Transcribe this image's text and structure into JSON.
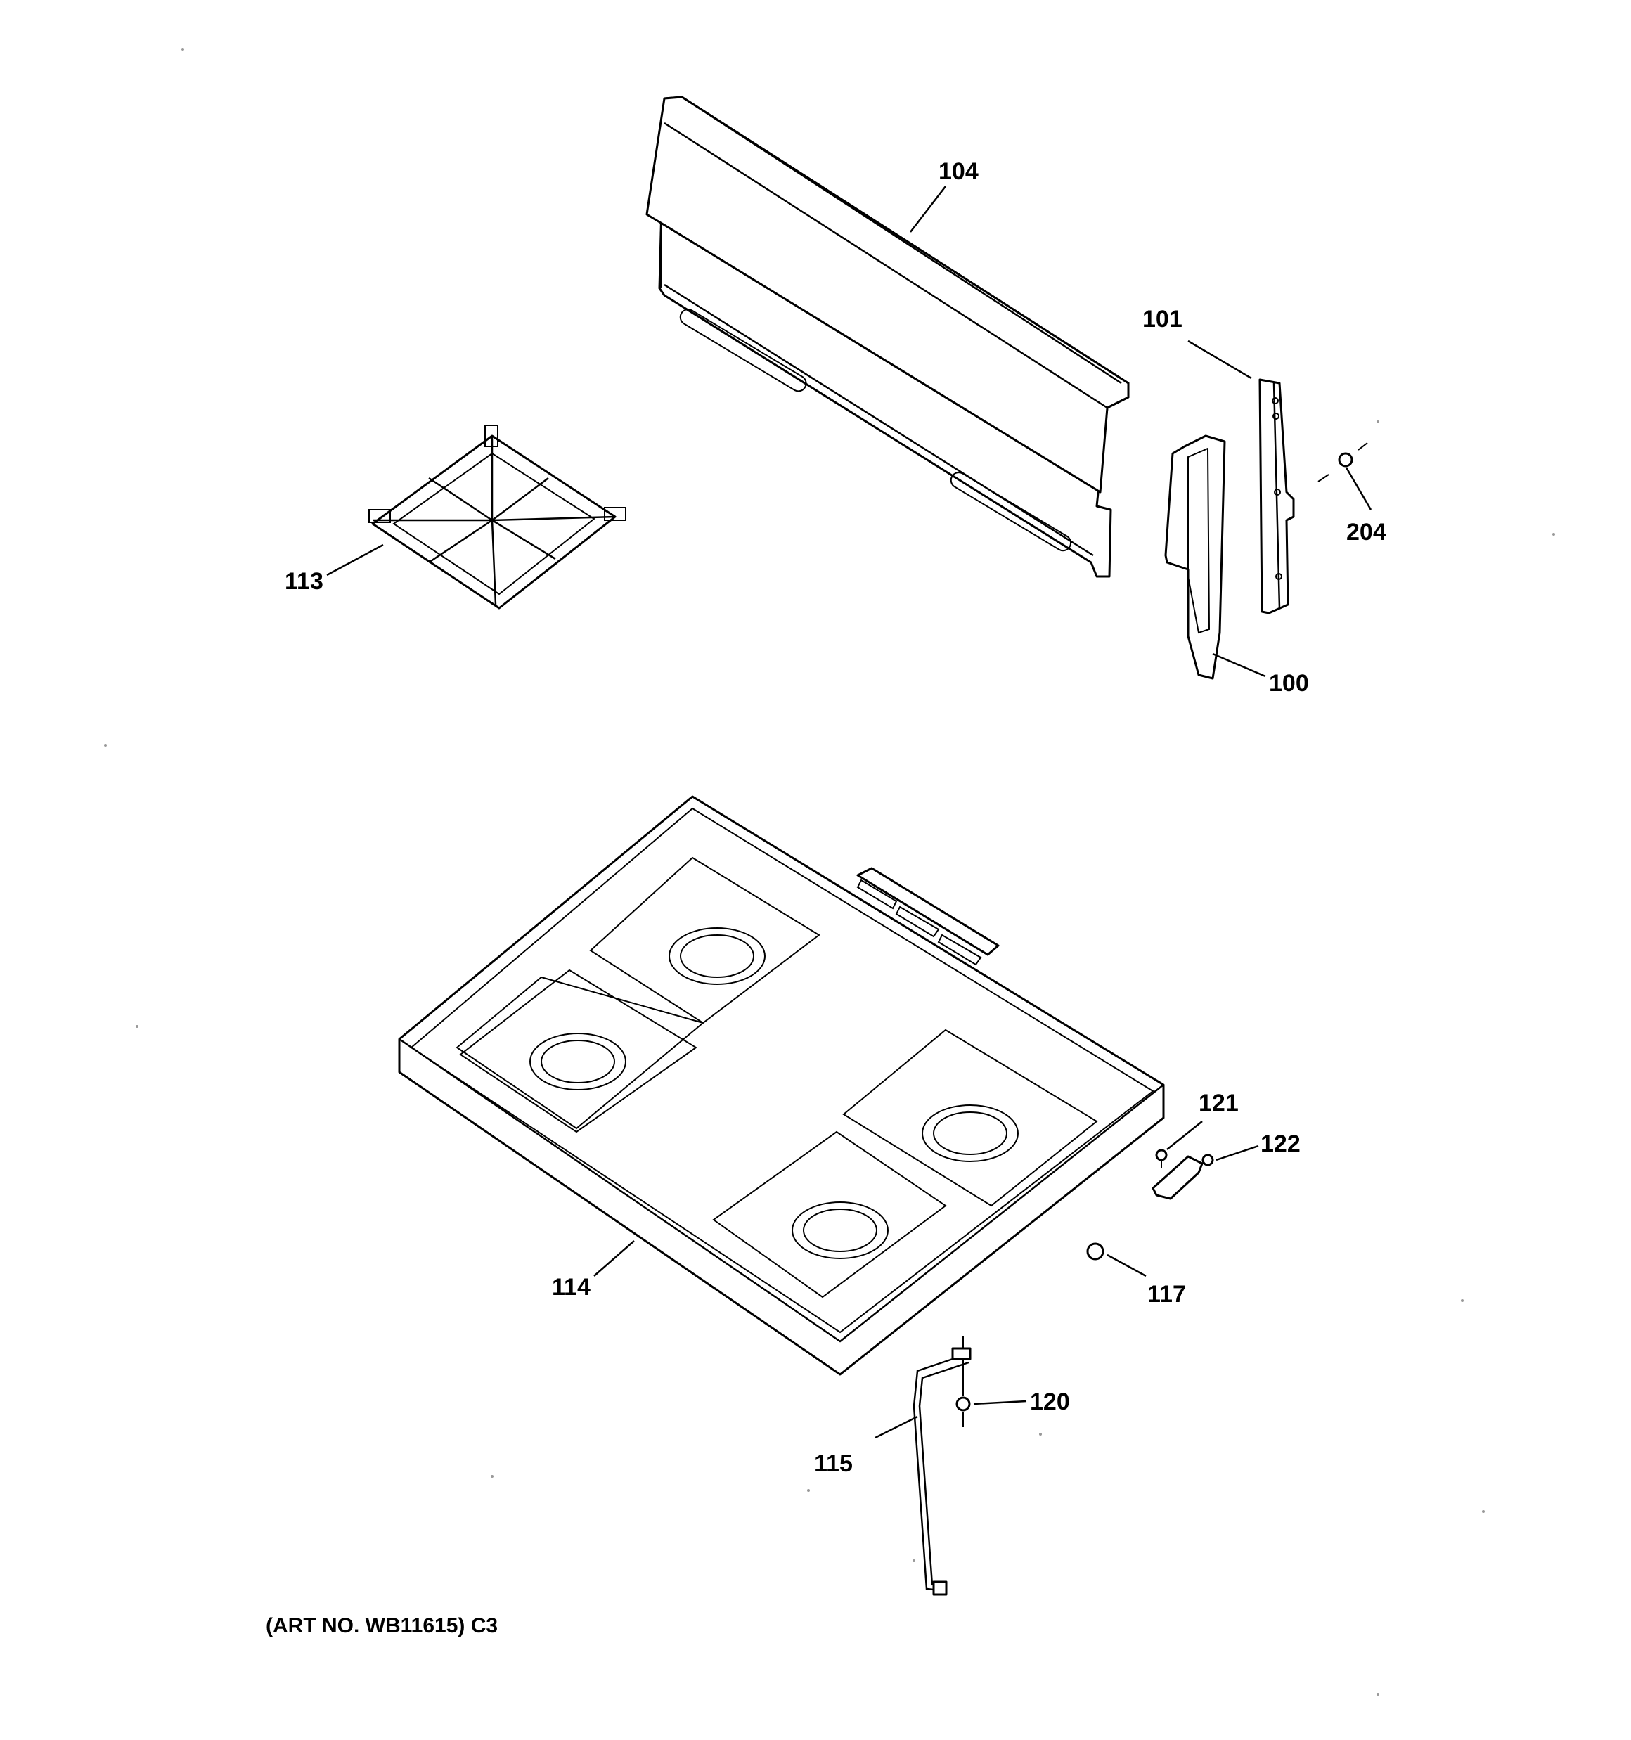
{
  "diagram": {
    "callouts": {
      "c104": "104",
      "c101": "101",
      "c204": "204",
      "c113": "113",
      "c100": "100",
      "c121": "121",
      "c122": "122",
      "c114": "114",
      "c117": "117",
      "c120": "120",
      "c115": "115"
    },
    "art_number": "(ART NO. WB11615) C3"
  }
}
